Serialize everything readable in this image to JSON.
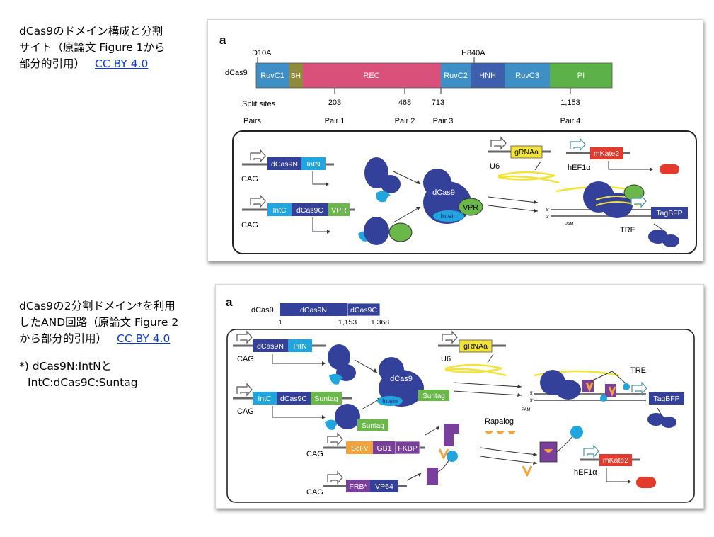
{
  "caption1": {
    "lines": [
      "dCas9のドメイン構成と分割",
      "サイト（原論文 Figure 1から",
      "部分的引用）"
    ],
    "link": "CC BY 4.0"
  },
  "caption2": {
    "lines": [
      "dCas9の2分割ドメイン*を利用",
      "したAND回路（原論文 Figure 2",
      "から部分的引用）"
    ],
    "link": "CC BY 4.0",
    "note_lines": [
      "*) dCas9N:IntNと",
      "IntC:dCas9C:Suntag"
    ]
  },
  "fig1": {
    "panel_letter": "a",
    "protein_label": "dCas9",
    "mutations": [
      "D10A",
      "H840A"
    ],
    "domains": [
      {
        "name": "RuvC1",
        "color": "#3d8fc6"
      },
      {
        "name": "BH",
        "color": "#8f8a3c"
      },
      {
        "name": "REC",
        "color": "#d9507a"
      },
      {
        "name": "RuvC2",
        "color": "#3d8fc6"
      },
      {
        "name": "HNH",
        "color": "#3d5fad"
      },
      {
        "name": "RuvC3",
        "color": "#3d8fc6"
      },
      {
        "name": "PI",
        "color": "#5cb148"
      }
    ],
    "split_sites_label": "Split sites",
    "split_sites": [
      "203",
      "468",
      "713",
      "1,153"
    ],
    "pairs_label": "Pairs",
    "pairs": [
      "Pair 1",
      "Pair 2",
      "Pair 3",
      "Pair 4"
    ],
    "circuit": {
      "promoter": "CAG",
      "construct1": [
        "dCas9N",
        "IntN"
      ],
      "construct2": [
        "IntC",
        "dCas9C",
        "VPR"
      ],
      "complex_label": "dCas9",
      "intein_label": "Intein",
      "vpr_label": "VPR",
      "u6_label": "U6",
      "grna_label": "gRNAa",
      "hef1a_label": "hEF1α",
      "mkate_label": "mKate2",
      "tagbfp_label": "TagBFP",
      "tre_label": "TRE",
      "pam_label": "PAM"
    }
  },
  "fig2": {
    "panel_letter": "a",
    "protein_label": "dCas9",
    "segments": [
      "dCas9N",
      "dCas9C"
    ],
    "ticks": [
      "1",
      "1,153",
      "1,368"
    ],
    "circuit": {
      "promoter": "CAG",
      "construct1": [
        "dCas9N",
        "IntN"
      ],
      "construct2": [
        "IntC",
        "dCas9C",
        "Suntag"
      ],
      "construct3": [
        "ScFv",
        "GB1",
        "FKBP"
      ],
      "construct4": [
        "FRB*",
        "VP64"
      ],
      "complex_label": "dCas9",
      "intein_label": "Intein",
      "suntag_label": "Suntag",
      "u6_label": "U6",
      "grna_label": "gRNAa",
      "tre_label": "TRE",
      "tagbfp_label": "TagBFP",
      "rapalog_label": "Rapalog",
      "hef1a_label": "hEF1α",
      "mkate_label": "mKate2",
      "pam_label": "PAM"
    }
  },
  "colors": {
    "dcas9_blue": "#34419a",
    "light_blue": "#1fa6de",
    "green": "#6ab84a",
    "yellow": "#f2e33a",
    "red": "#e23b2e",
    "purple": "#7a3e9c",
    "orange": "#f2a33a",
    "link": "#0a3ad6"
  }
}
